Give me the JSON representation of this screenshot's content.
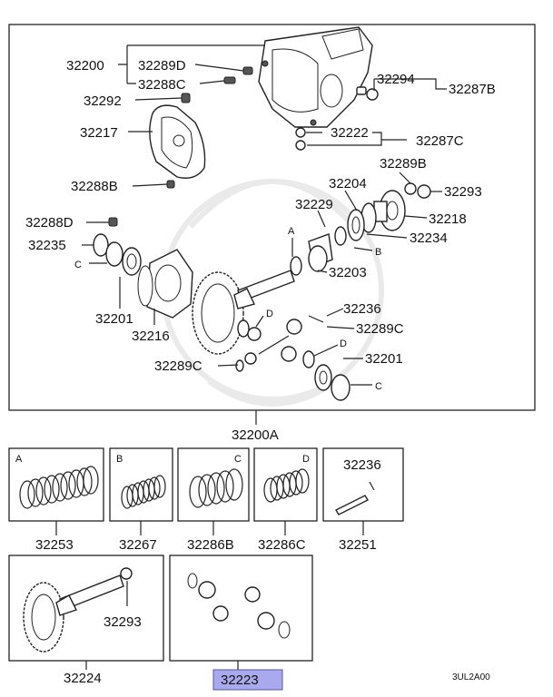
{
  "diagram": {
    "code": "3UL2A00",
    "main_assembly_label": "32200A",
    "highlighted_part": "32223",
    "labels": {
      "p32200": "32200",
      "p32289D": "32289D",
      "p32288C": "32288C",
      "p32294": "32294",
      "p32287B": "32287B",
      "p32292": "32292",
      "p32217": "32217",
      "p32222": "32222",
      "p32287C": "32287C",
      "p32289B": "32289B",
      "p32288B": "32288B",
      "p32204": "32204",
      "p32293": "32293",
      "p32229": "32229",
      "p32218": "32218",
      "p32288D": "32288D",
      "p32234": "32234",
      "p32235": "32235",
      "p32203": "32203",
      "p32201a": "32201",
      "p32216": "32216",
      "p32236a": "32236",
      "p32289Ca": "32289C",
      "p32289Cb": "32289C",
      "p32201b": "32201",
      "refA": "A",
      "refB": "B",
      "refC1": "C",
      "refC2": "C",
      "refD1": "D",
      "refD2": "D"
    },
    "kits": [
      {
        "tag": "A",
        "part": "32253"
      },
      {
        "tag": "B",
        "part": "32267"
      },
      {
        "tag": "C",
        "part": "32286B"
      },
      {
        "tag": "D",
        "part": "32286C"
      },
      {
        "tag": "",
        "inner": "32236",
        "part": "32251"
      }
    ],
    "sets": [
      {
        "part": "32224",
        "inner": "32293"
      },
      {
        "part": "32223"
      }
    ],
    "colors": {
      "highlight": "#a9a9ee",
      "line": "#222222"
    }
  }
}
